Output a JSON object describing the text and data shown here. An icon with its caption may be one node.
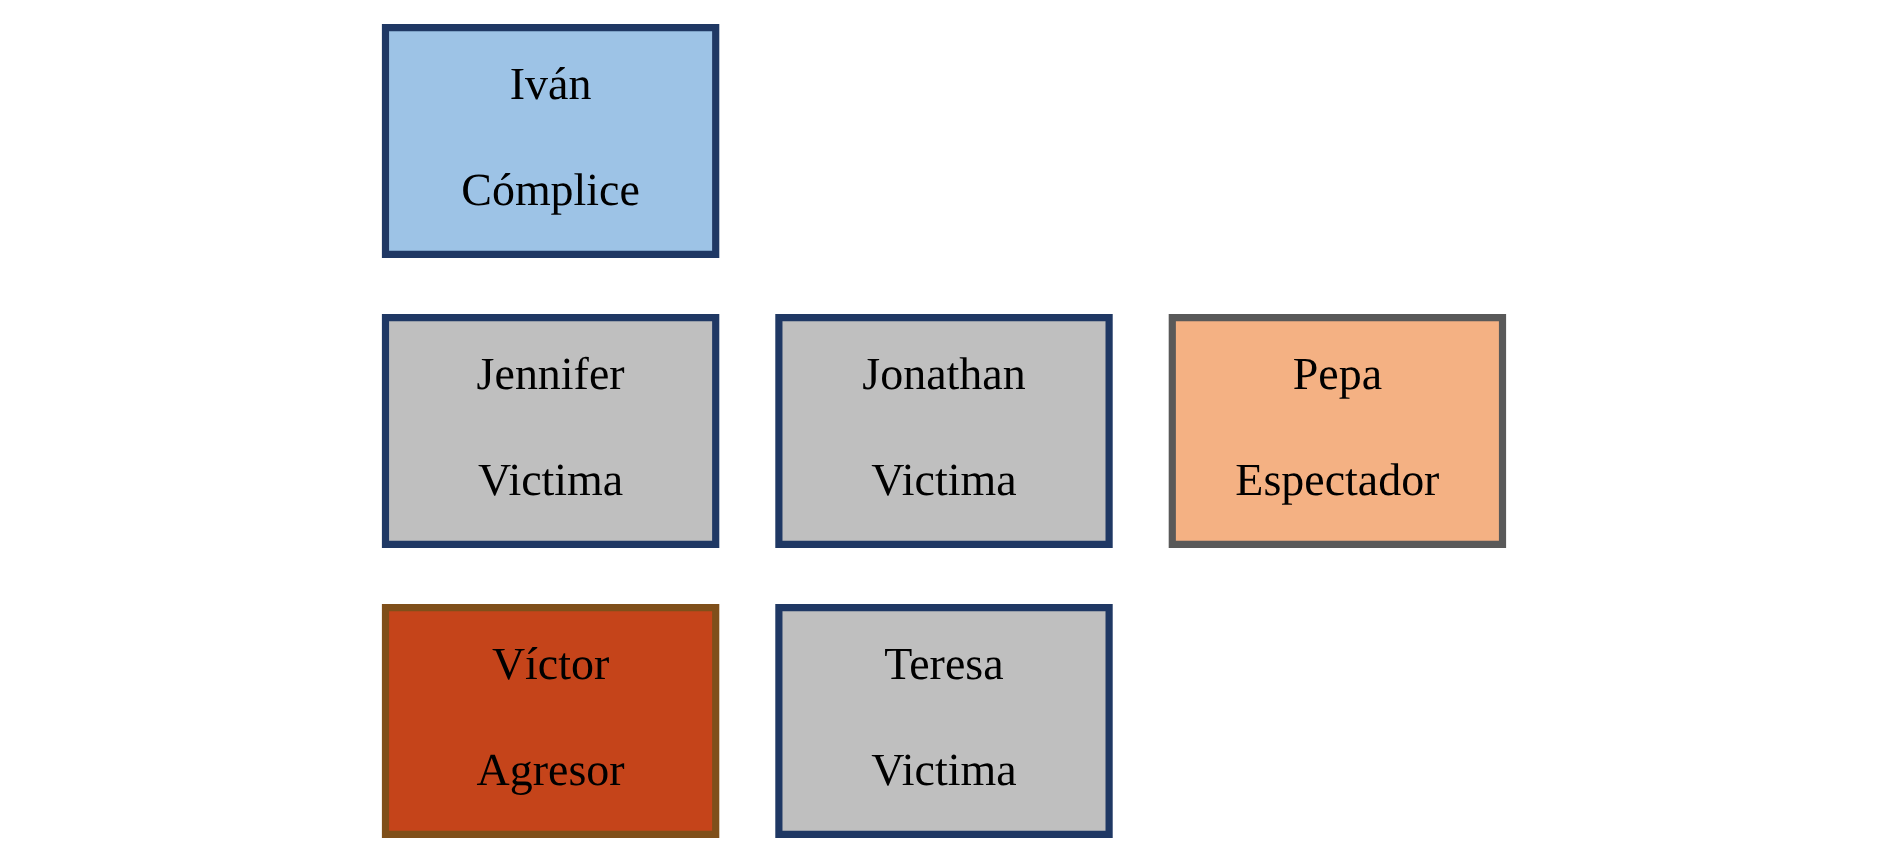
{
  "diagram": {
    "nodes": [
      {
        "text": [
          "Iván",
          "Cómplice"
        ]
      },
      {
        "text": [
          "Jennifer",
          "Victima"
        ]
      },
      {
        "text": [
          "Jonathan",
          "Victima"
        ]
      },
      {
        "text": [
          "Pepa",
          "Espectador"
        ]
      },
      {
        "text": [
          "Víctor",
          "Agresor"
        ]
      },
      {
        "text": [
          "Teresa",
          "Victima"
        ]
      }
    ],
    "edges": []
  }
}
